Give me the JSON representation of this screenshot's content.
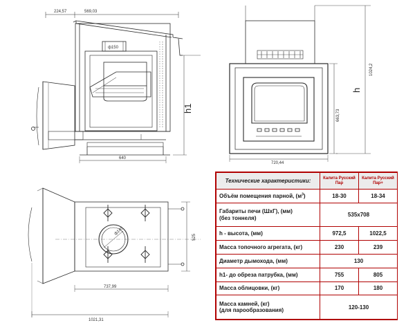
{
  "dimensions": {
    "top_left": "224,57",
    "top_right": "569,03",
    "vent": "ф150",
    "h1": "h1",
    "base_width": "640",
    "front_width": "720,44",
    "front_height": "663,73",
    "total_height": "1024,2",
    "h": "h",
    "plan_width": "737,99",
    "plan_total": "1021,31",
    "plan_depth": "525",
    "flue_dia": "ф145"
  },
  "spec": {
    "title": "Технические характеристики:",
    "columns": [
      "Калита Русский Пар",
      "Калита Русский Пар+"
    ],
    "rows": [
      {
        "label": "Объём помещения парной, (м",
        "label_sup": "3",
        "label_after": ")",
        "values": [
          "18-30",
          "18-34"
        ]
      },
      {
        "label": "Габариты печи (ШхГ), (мм)",
        "label2": "(без тоннеля)",
        "values": [
          "535x708"
        ]
      },
      {
        "label": "h - высота, (мм)",
        "values": [
          "972,5",
          "1022,5"
        ]
      },
      {
        "label": "Масса топочного агрегата, (кг)",
        "values": [
          "230",
          "239"
        ]
      },
      {
        "label": "Диаметр дымохода, (мм)",
        "values": [
          "130"
        ]
      },
      {
        "label": "h1- до обреза патрубка, (мм)",
        "values": [
          "755",
          "805"
        ]
      },
      {
        "label": "Масса облицовки, (кг)",
        "values": [
          "170",
          "180"
        ]
      },
      {
        "label": "Масса камней, (кг)",
        "label2": "(для парообразования)",
        "values": [
          "120-130"
        ]
      }
    ]
  }
}
